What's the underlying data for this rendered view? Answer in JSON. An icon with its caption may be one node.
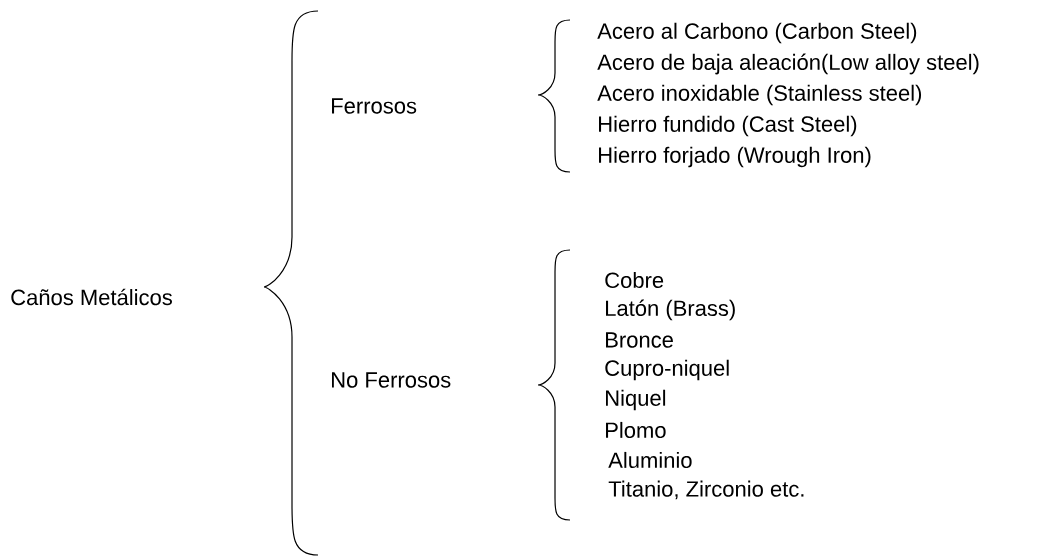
{
  "diagram": {
    "labels": [
      "Caños Metálicos",
      "Ferrosos",
      "Acero al Carbono (Carbon Steel)",
      "Acero de baja aleación(Low alloy steel)",
      "Acero inoxidable (Stainless steel)",
      "Hierro fundido (Cast Steel)",
      "Hierro forjado (Wrough Iron)",
      "No Ferrosos",
      "Cobre",
      "Latón (Brass)",
      "Bronce",
      "Cupro-niquel",
      "Niquel",
      "Plomo",
      "Aluminio",
      "Titanio, Zirconio etc."
    ]
  }
}
